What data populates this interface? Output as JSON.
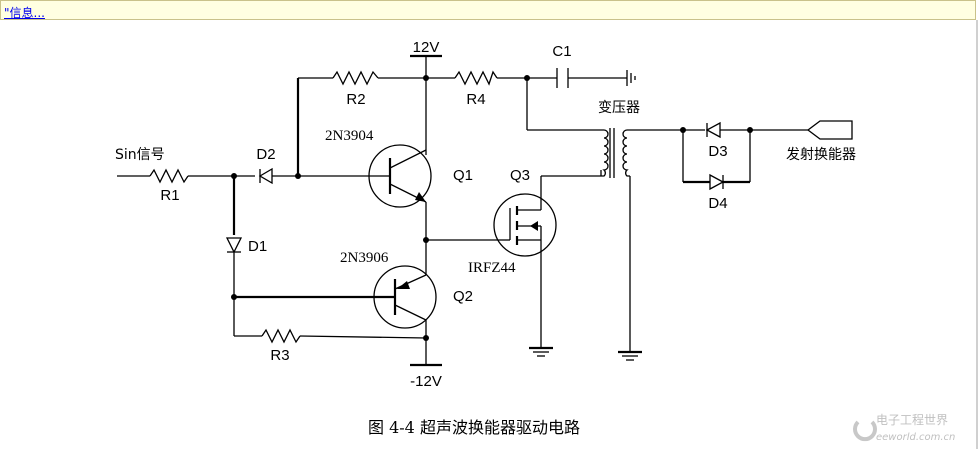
{
  "infobar": {
    "text": "\"信息..."
  },
  "diagram": {
    "labels": {
      "v_plus": "12V",
      "v_minus": "-12V",
      "c1": "C1",
      "r1": "R1",
      "r2": "R2",
      "r3": "R3",
      "r4": "R4",
      "d1": "D1",
      "d2": "D2",
      "d3": "D3",
      "d4": "D4",
      "q1": "Q1",
      "q2": "Q2",
      "q3": "Q3",
      "q1_part": "2N3904",
      "q2_part": "2N3906",
      "q3_part": "IRFZ44",
      "input": "Sin信号",
      "transformer": "变压器",
      "output": "发射换能器"
    },
    "caption": "图 4-4  超声波换能器驱动电路"
  },
  "watermark": {
    "title": "电子工程世界",
    "url": "eeworld.com.cn"
  }
}
